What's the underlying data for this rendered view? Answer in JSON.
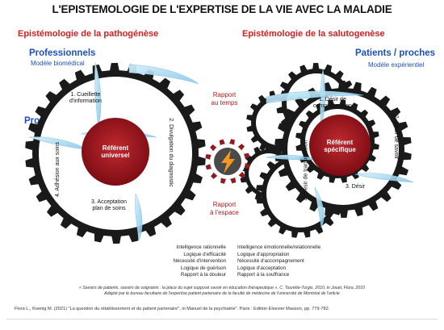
{
  "title": "L'EPISTEMOLOGIE DE L'EXPERTISE DE LA VIE AVEC LA MALADIE",
  "left": {
    "heading": "Epistémologie de la pathogénèse",
    "actor": "Professionnels",
    "model": "Modèle biomédical",
    "actor2": "Professionnels",
    "center_line1": "Référent",
    "center_line2": "universel",
    "steps": {
      "s1_line1": "1. Cueillette",
      "s1_line2": "d'information",
      "s2": "2. Divulgation du diagnostic",
      "s3_line1": "3. Acceptation",
      "s3_line2": "plan de soins",
      "s4": "4. Adhésion aux soins"
    },
    "list": [
      "Intelligence rationnelle",
      "Logique d'efficacité",
      "Nécessité d'intervention",
      "Logique de guérison",
      "Rapport à la douleur"
    ]
  },
  "right": {
    "heading": "Epistémologie de la salutogenèse",
    "actor": "Patients / proches",
    "model": "Modèle expérientiel",
    "center_line1": "Référent",
    "center_line2": "spécifique",
    "steps": {
      "s1_line1": "1. Désir de",
      "s1_line2": "compréhension",
      "s2": "2. Désir de savoir",
      "s3": "3. Désir",
      "s4": "4. Désir de transmission"
    },
    "list": [
      "Intelligence émotionnelle/relationnelle",
      "Logique d'appropriation",
      "Nécessité d'accompagnement",
      "Logique d'acceptation",
      "Rapport à la souffrance"
    ]
  },
  "middle": {
    "time_line1": "Rapport",
    "time_line2": "au temps",
    "space_line1": "Rapport",
    "space_line2": "à l'espace"
  },
  "quote_line1": "« Savoirs de patients, savoirs de soignants : la place du sujet supposé savoir en éducation thérapeutique », C. Tourette-Turgis, 2010, in Jouet, Flora, 2010",
  "quote_line2": "Adapté par le bureau facultaire de l'expertise patient partenaire de la faculté de médecine de l'université de Montréal de l'article",
  "citation": "Flora L., Koenig M. (2021) \"La question du rétablissement et du patient partenaire\", in Manuel de la psychiatrie\". Paris : Edition Elsevier Masson, pp. 779-782.",
  "colors": {
    "red": "#d21f1f",
    "blue": "#1f4fbf",
    "dark_red": "#8e0f17",
    "gear": "#1a1a1a",
    "cog_red": "#a6121c",
    "lightning": "#f39a1e",
    "light_blue": "#9fd5ee"
  },
  "icons": [
    "gear-icon",
    "lightning-icon"
  ]
}
